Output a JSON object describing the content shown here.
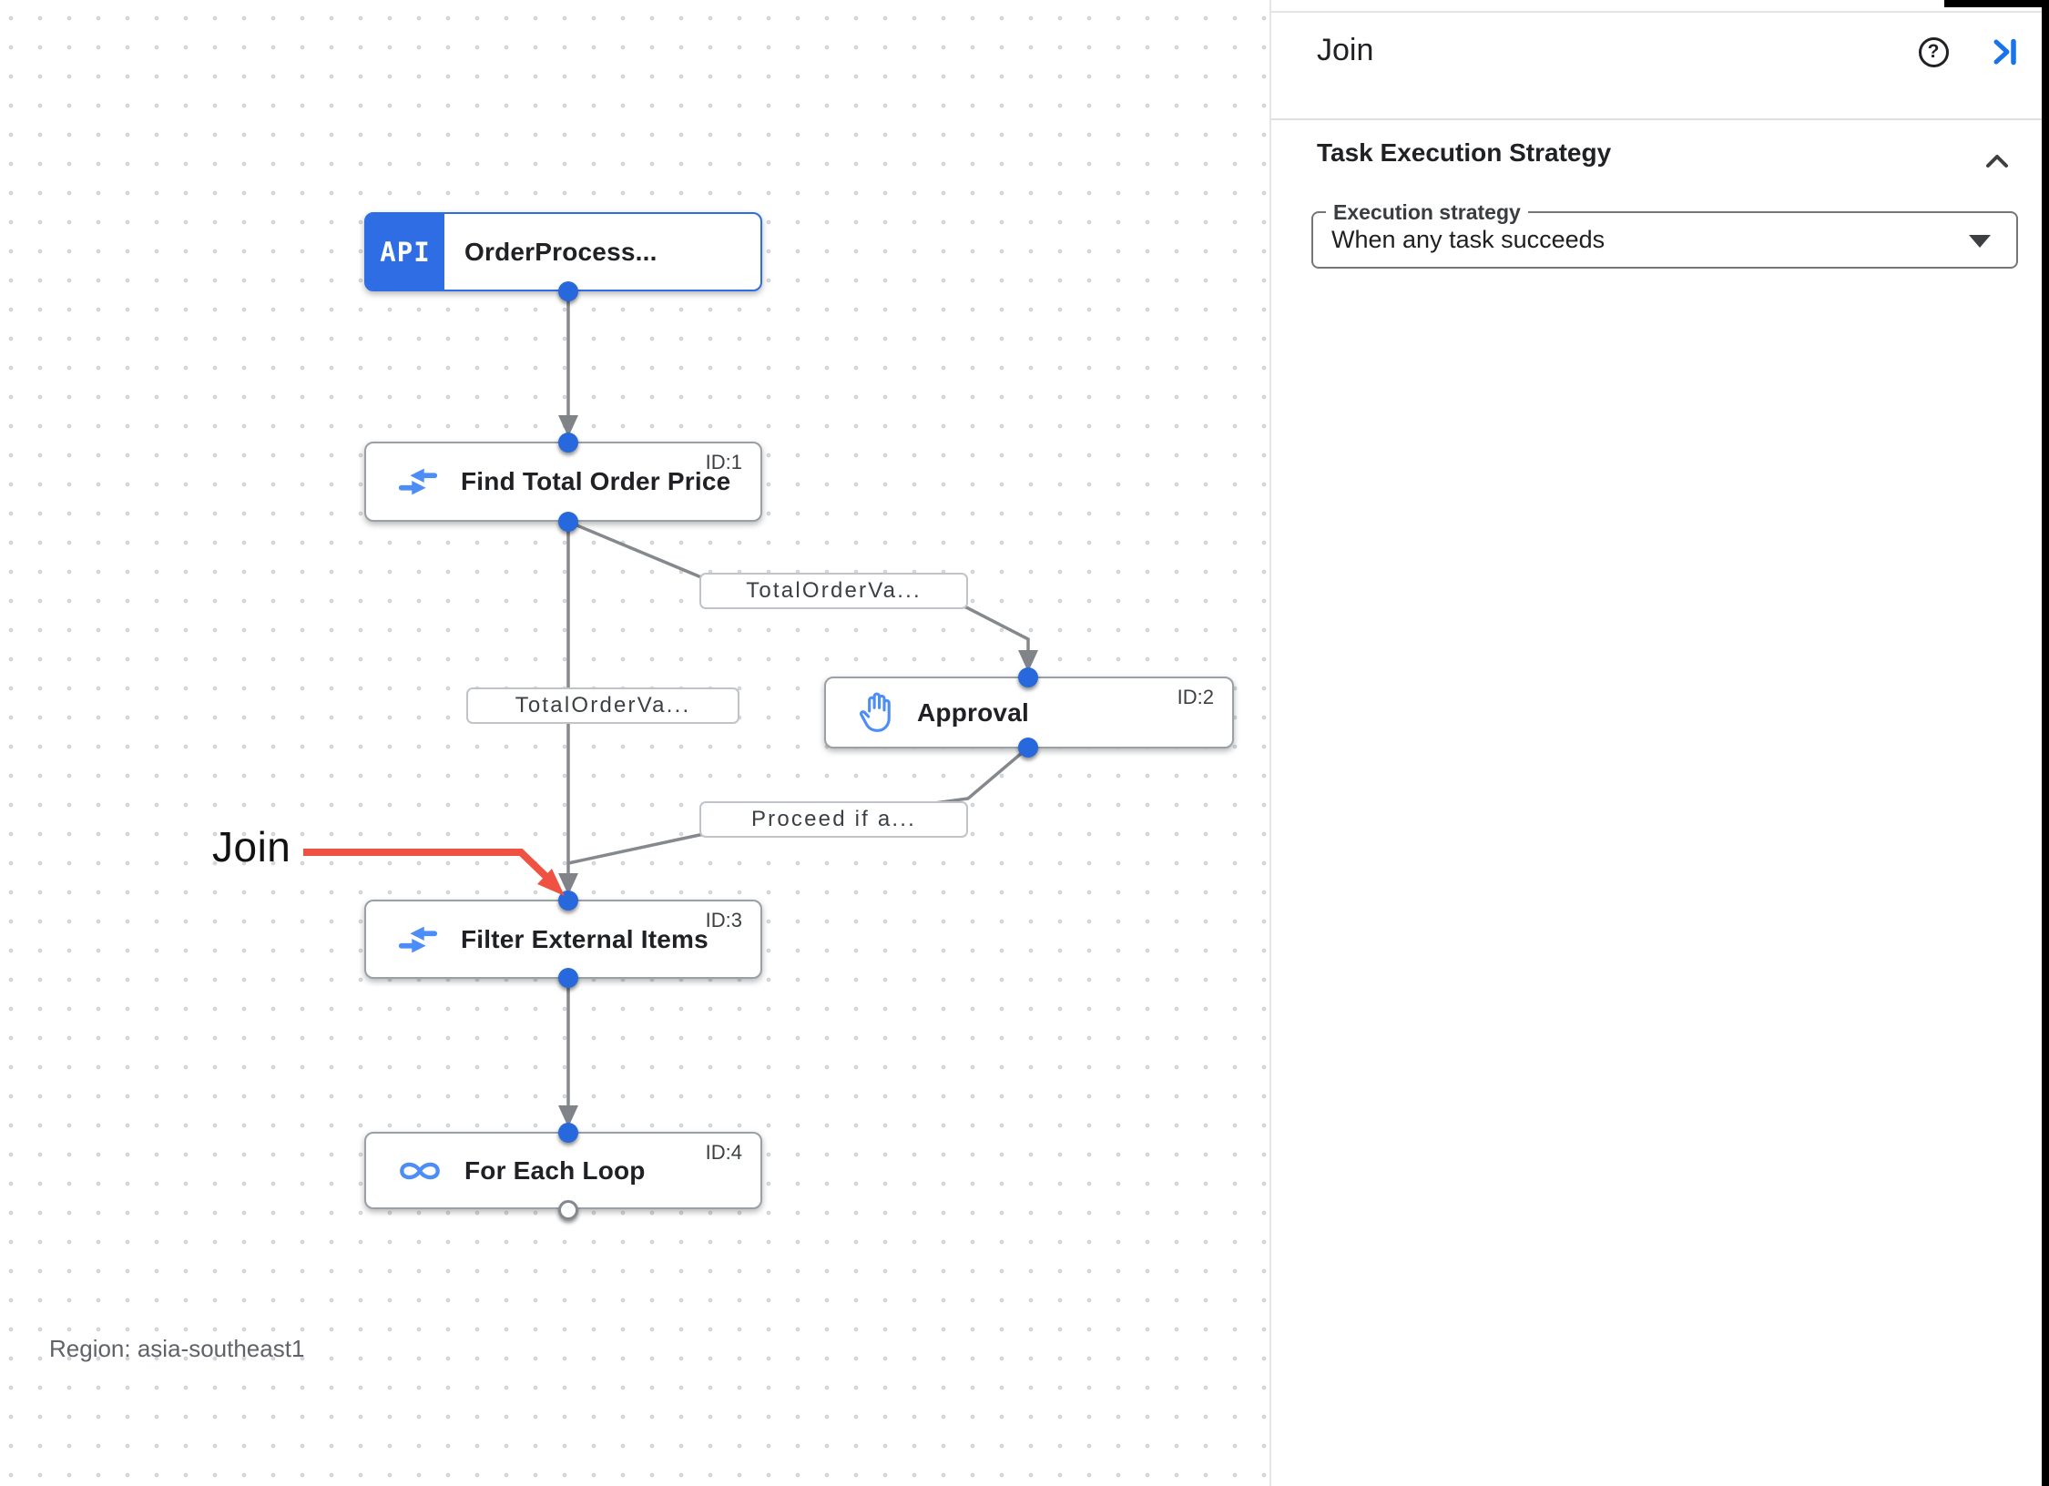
{
  "canvas": {
    "region_label": "Region: asia-southeast1",
    "annotation": {
      "text": "Join",
      "color": "#ef5243"
    },
    "nodes": [
      {
        "badge": "API",
        "title": "OrderProcess...",
        "icon": "api-trigger",
        "id_label": ""
      },
      {
        "title": "Find Total Order Price",
        "icon": "data-mapping",
        "id_label": "ID:1"
      },
      {
        "title": "Approval",
        "icon": "approval-hand",
        "id_label": "ID:2"
      },
      {
        "title": "Filter External Items",
        "icon": "data-mapping",
        "id_label": "ID:3"
      },
      {
        "title": "For Each Loop",
        "icon": "loop",
        "id_label": "ID:4"
      }
    ],
    "edge_labels": [
      {
        "text": "TotalOrderVa..."
      },
      {
        "text": "TotalOrderVa..."
      },
      {
        "text": "Proceed if a..."
      }
    ],
    "colors": {
      "port_blue": "#2868dd",
      "icon_blue": "#4c8df6",
      "edge_gray": "#85898d"
    }
  },
  "panel": {
    "title": "Join",
    "help_glyph": "?",
    "section_title": "Task Execution Strategy",
    "dropdown": {
      "label": "Execution strategy",
      "value": "When any task succeeds"
    },
    "accent_blue": "#1a73e8"
  }
}
